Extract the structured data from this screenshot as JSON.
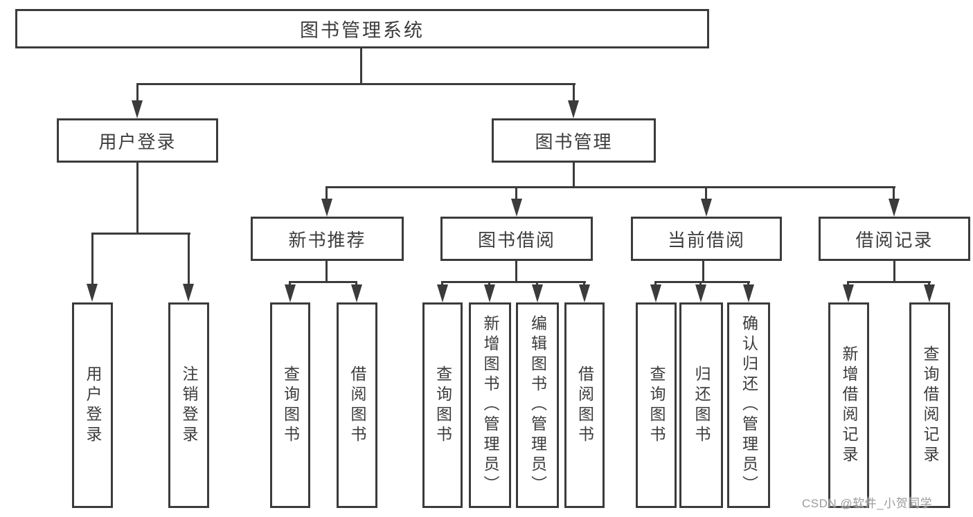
{
  "diagram": {
    "root": {
      "label": "图书管理系统",
      "children": [
        {
          "label": "用户登录",
          "children": [
            {
              "label": "用户登录"
            },
            {
              "label": "注销登录"
            }
          ]
        },
        {
          "label": "图书管理",
          "children": [
            {
              "label": "新书推荐",
              "children": [
                {
                  "label": "查询图书"
                },
                {
                  "label": "借阅图书"
                }
              ]
            },
            {
              "label": "图书借阅",
              "children": [
                {
                  "label": "查询图书"
                },
                {
                  "label": "新增图书（管理员）"
                },
                {
                  "label": "编辑图书（管理员）"
                },
                {
                  "label": "借阅图书"
                }
              ]
            },
            {
              "label": "当前借阅",
              "children": [
                {
                  "label": "查询图书"
                },
                {
                  "label": "归还图书"
                },
                {
                  "label": "确认归还（管理员）"
                }
              ]
            },
            {
              "label": "借阅记录",
              "children": [
                {
                  "label": "新增借阅记录"
                },
                {
                  "label": "查询借阅记录"
                }
              ]
            }
          ]
        }
      ]
    }
  },
  "watermark": {
    "text": "CSDN @软件_小贺同学"
  },
  "colors": {
    "line": "#3b3b3b",
    "text": "#3c3c3c",
    "watermark": "#9b9b9b",
    "background": "#ffffff"
  }
}
